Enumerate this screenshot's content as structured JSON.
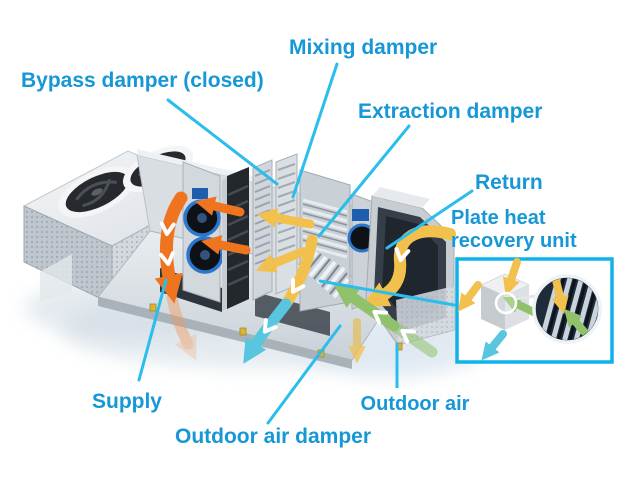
{
  "diagram": {
    "type": "labeled-illustration",
    "subject": "Air handling unit with plate heat recovery",
    "labels": {
      "mixing_damper": "Mixing damper",
      "bypass_damper": "Bypass damper (closed)",
      "extraction_damper": "Extraction damper",
      "return_air": "Return",
      "plate_heat_recovery": "Plate heat\nrecovery unit",
      "supply": "Supply",
      "outdoor_air": "Outdoor air",
      "outdoor_air_damper": "Outdoor air damper"
    },
    "flows": [
      {
        "name": "supply-air-arrow",
        "color": "#ee7420"
      },
      {
        "name": "return-extract-air-arrow",
        "color": "#f2c14d"
      },
      {
        "name": "exhaust-air-arrow",
        "color": "#57c6de"
      },
      {
        "name": "outdoor-air-arrow",
        "color": "#8fc26a"
      }
    ],
    "colors": {
      "label_text": "#1697d6",
      "leader_line": "#2bbdec",
      "inset_border": "#10b3e8"
    }
  }
}
